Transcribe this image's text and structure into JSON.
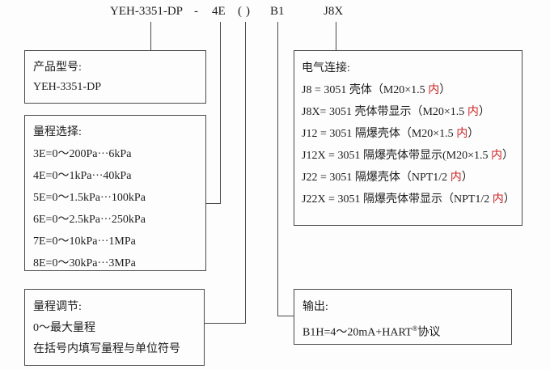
{
  "colors": {
    "background": "#fdfdfd",
    "text": "#1c1c1c",
    "accent_red": "#cc2222",
    "line": "#4a4a4a"
  },
  "model_string": {
    "model": "YEH-3351-DP",
    "separator": "-",
    "range_code": "4E",
    "adjust_code": "()",
    "output_code": "B1",
    "connection_code": "J8X"
  },
  "product_box": {
    "title": "产品型号:",
    "value": "YEH-3351-DP"
  },
  "range_box": {
    "title": "量程选择:",
    "items": [
      "3E=0～200Pa···6kPa",
      "4E=0～1kPa···40kPa",
      "5E=0～1.5kPa···100kPa",
      "6E=0～2.5kPa···250kPa",
      "7E=0～10kPa···1MPa",
      "8E=0～30kPa···3MPa"
    ]
  },
  "adjust_box": {
    "title": "量程调节:",
    "items": [
      "0～最大量程",
      "在括号内填写量程与单位符号"
    ]
  },
  "electrical_box": {
    "title": "电气连接:",
    "items": [
      {
        "pre": "J8 = 3051 壳体（M20×1.5 ",
        "red": "内",
        "post": "）"
      },
      {
        "pre": "J8X= 3051 壳体带显示（M20×1.5 ",
        "red": "内",
        "post": "）"
      },
      {
        "pre": "J12 = 3051 隔爆壳体（M20×1.5 ",
        "red": "内",
        "post": "）"
      },
      {
        "pre": "J12X = 3051 隔爆壳体带显示(M20×1.5 ",
        "red": "内",
        "post": "）"
      },
      {
        "pre": "J22 = 3051 隔爆壳体（NPT1/2 ",
        "red": "内",
        "post": "）"
      },
      {
        "pre": "J22X = 3051 隔爆壳体带显示（NPT1/2 ",
        "red": "内",
        "post": "）"
      }
    ]
  },
  "output_box": {
    "title": "输出:",
    "item": {
      "pre": "B1H=4～20mA+HART",
      "sup": "®",
      "post": "协议"
    }
  }
}
